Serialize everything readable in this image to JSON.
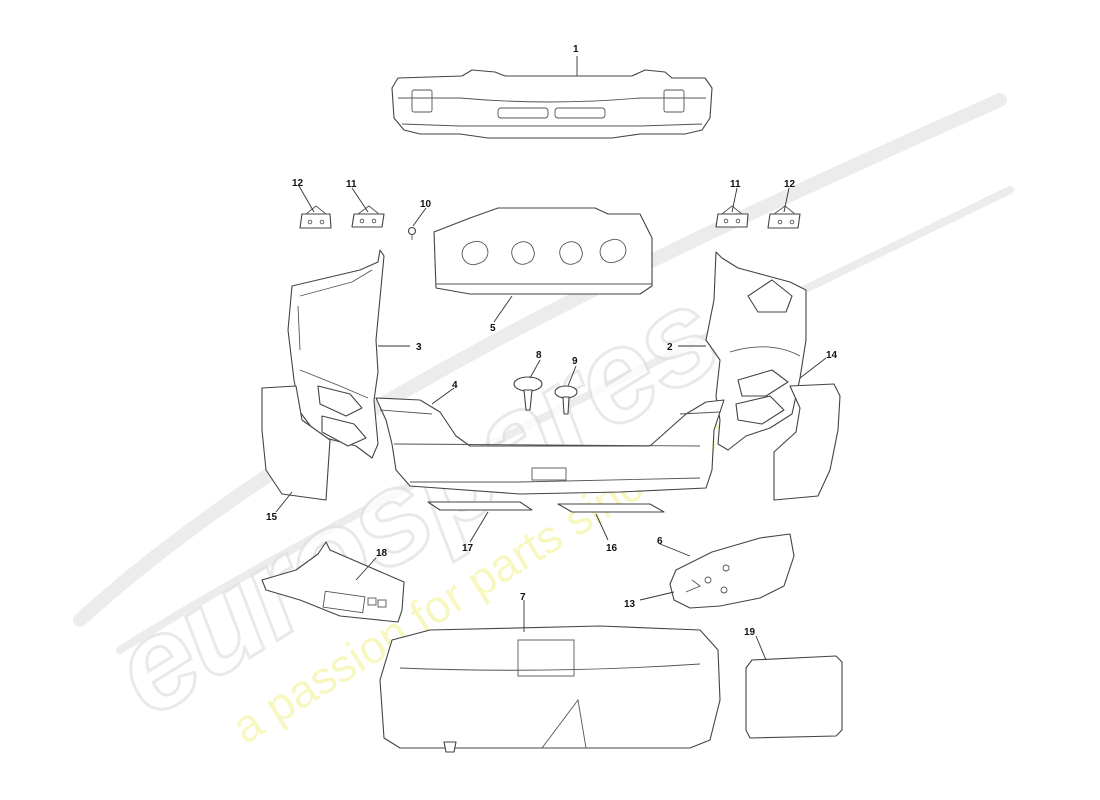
{
  "watermark": {
    "brand": "eurospares",
    "tagline": "a passion for parts since 1985",
    "brand_color": "#e2e2e2",
    "tagline_color": "#f4f39a"
  },
  "callouts": {
    "p1": "1",
    "p2": "2",
    "p3": "3",
    "p4": "4",
    "p5": "5",
    "p6": "6",
    "p7": "7",
    "p8": "8",
    "p9": "9",
    "p10": "10",
    "p11": "11",
    "p12": "12",
    "p13": "13",
    "p14": "14",
    "p15": "15",
    "p16": "16",
    "p17": "17",
    "p18": "18",
    "p19": "19"
  }
}
